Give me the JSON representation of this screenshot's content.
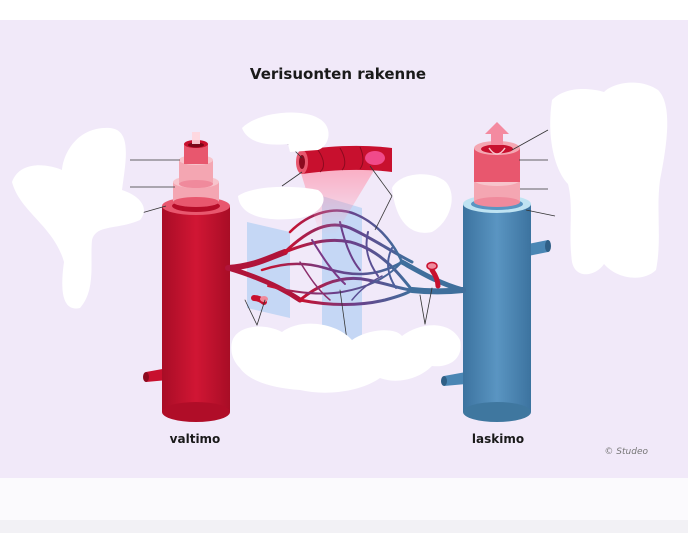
{
  "diagram": {
    "title": "Verisuonten rakenne",
    "artery_label": "valtimo",
    "vein_label": "laskimo",
    "copyright": "© Studeo"
  },
  "colors": {
    "panel_background": "#f1e9f9",
    "artery": "#c8102e",
    "artery_inner": "#e8576e",
    "artery_ring": "#f4a6b2",
    "vein": "#4a86b4",
    "vein_cap": "#bfe3f2",
    "capillary_purple": "#6b3f8a",
    "redaction": "#ffffff"
  }
}
